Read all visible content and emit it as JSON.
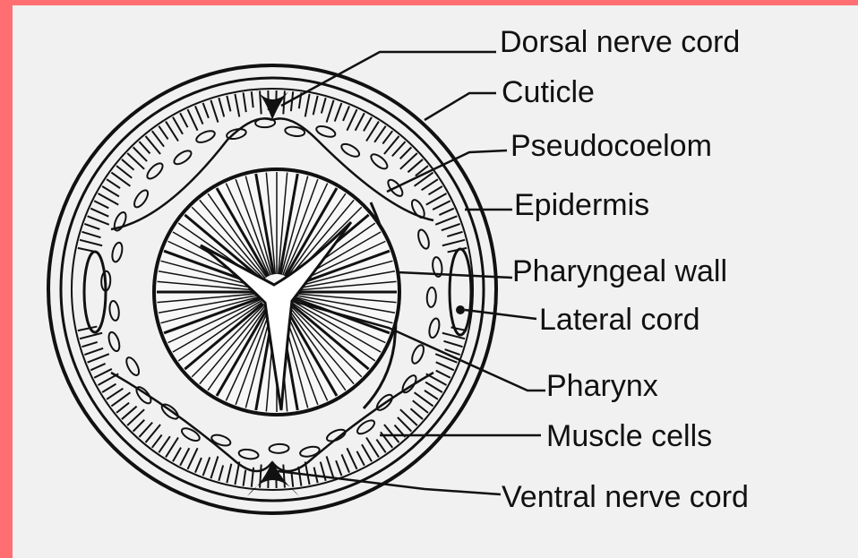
{
  "colors": {
    "frame": "#ff6f72",
    "background": "#f1f1f1",
    "ink": "#111111"
  },
  "labels": {
    "dorsal_nerve_cord": "Dorsal nerve cord",
    "cuticle": "Cuticle",
    "pseudocoelom": "Pseudocoelom",
    "epidermis": "Epidermis",
    "pharyngeal_wall": "Pharyngeal wall",
    "lateral_cord": "Lateral cord",
    "pharynx": "Pharynx",
    "muscle_cells": "Muscle cells",
    "ventral_nerve_cord": "Ventral nerve cord"
  }
}
